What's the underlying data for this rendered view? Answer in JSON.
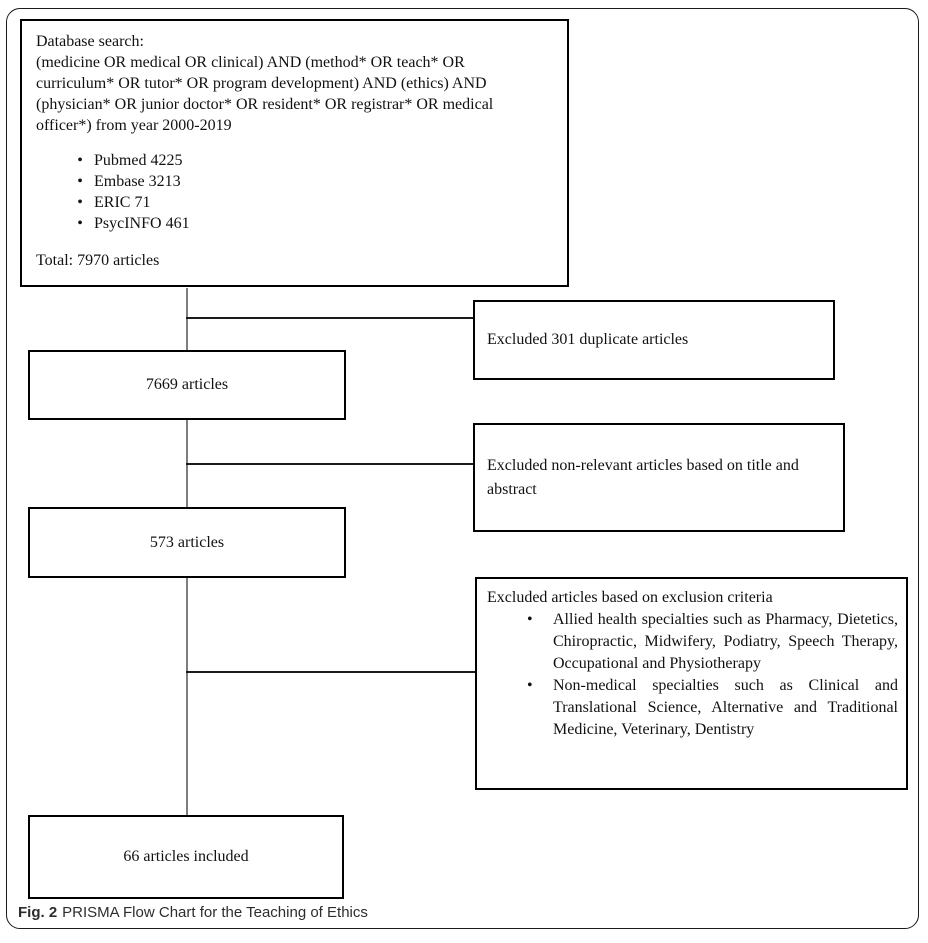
{
  "colors": {
    "frame": "#1a1a1a",
    "box_border": "#000000",
    "h_line": "#1a1a1a",
    "v_line": "#7d7d7d",
    "caption": "#2d2d2d"
  },
  "search_box": {
    "bullet_char": "•",
    "lines": [
      "Database search:",
      "(medicine OR medical OR clinical) AND (method* OR teach* OR",
      "curriculum* OR tutor* OR program development) AND (ethics) AND",
      "(physician* OR junior doctor* OR resident* OR registrar* OR medical",
      "officer*) from year 2000-2019"
    ],
    "databases": [
      "Pubmed 4225",
      "Embase 3213",
      "ERIC 71",
      "PsycINFO 461"
    ],
    "total": "Total: 7970 articles"
  },
  "left_column": {
    "box_7669": "7669 articles",
    "box_573": "573 articles",
    "box_66": "66 articles included"
  },
  "right_column": {
    "duplicates": "Excluded 301 duplicate articles",
    "title_abstract": "Excluded non-relevant articles based on title and abstract",
    "criteria_title": "Excluded articles based on exclusion criteria",
    "criteria_bullets": [
      "Allied health specialties such as Pharmacy, Dietetics, Chiropractic, Midwifery, Podiatry, Speech Therapy, Occupational and Physiotherapy",
      "Non-medical specialties such as Clinical and Translational Science, Alternative and Traditional Medicine, Veterinary, Dentistry"
    ]
  },
  "caption": {
    "prefix": "Fig. 2",
    "text": "PRISMA Flow Chart for the Teaching of Ethics"
  }
}
